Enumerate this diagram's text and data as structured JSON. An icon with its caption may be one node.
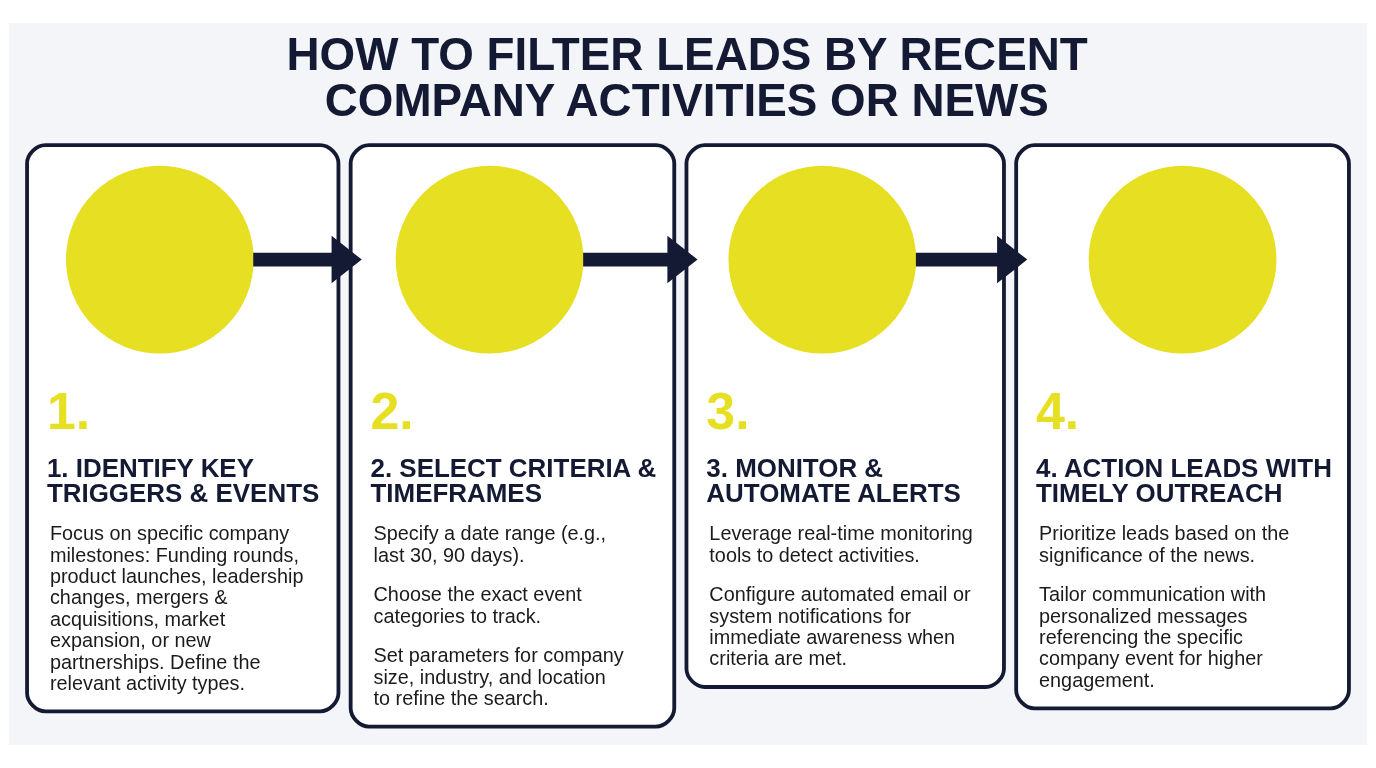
{
  "diagram": {
    "title": "HOW TO FILTER LEADS BY RECENT COMPANY ACTIVITIES OR NEWS",
    "nodes": [
      {
        "text": [
          "1.",
          "1. IDENTIFY KEY TRIGGERS & EVENTS",
          "Focus on specific company milestones: Funding rounds, product launches, leadership changes, mergers & acquisitions, market expansion, or new partnerships. Define the relevant activity types."
        ]
      },
      {
        "text": [],
        "shape": "circle",
        "in": 0
      },
      {
        "text": [
          "2.",
          "2. SELECT CRITERIA & TIMEFRAMES",
          "Specify a date range (e.g., last 30, 90 days).",
          "Choose the exact event categories to track.",
          "Set parameters for company size, industry, and location to refine the search."
        ]
      },
      {
        "text": [],
        "shape": "circle",
        "in": 2
      },
      {
        "text": [
          "3.",
          "3. MONITOR & AUTOMATE ALERTS",
          "Leverage real-time monitoring tools to detect activities.",
          "Configure automated email or system notifications for immediate awareness when criteria are met."
        ]
      },
      {
        "text": [],
        "shape": "circle",
        "in": 4
      },
      {
        "text": [
          "4.",
          "4. ACTION LEADS WITH TIMELY OUTREACH",
          "Prioritize leads based on the significance of the news.",
          "Tailor communication with personalized messages referencing the specific company event for higher engagement."
        ]
      },
      {
        "text": [],
        "shape": "circle",
        "in": 6
      }
    ],
    "edges": [
      {
        "from": 1,
        "to": 2,
        "arrow": "to"
      },
      {
        "from": 3,
        "to": 4,
        "arrow": "to"
      },
      {
        "from": 5,
        "to": 6,
        "arrow": "to"
      }
    ]
  }
}
